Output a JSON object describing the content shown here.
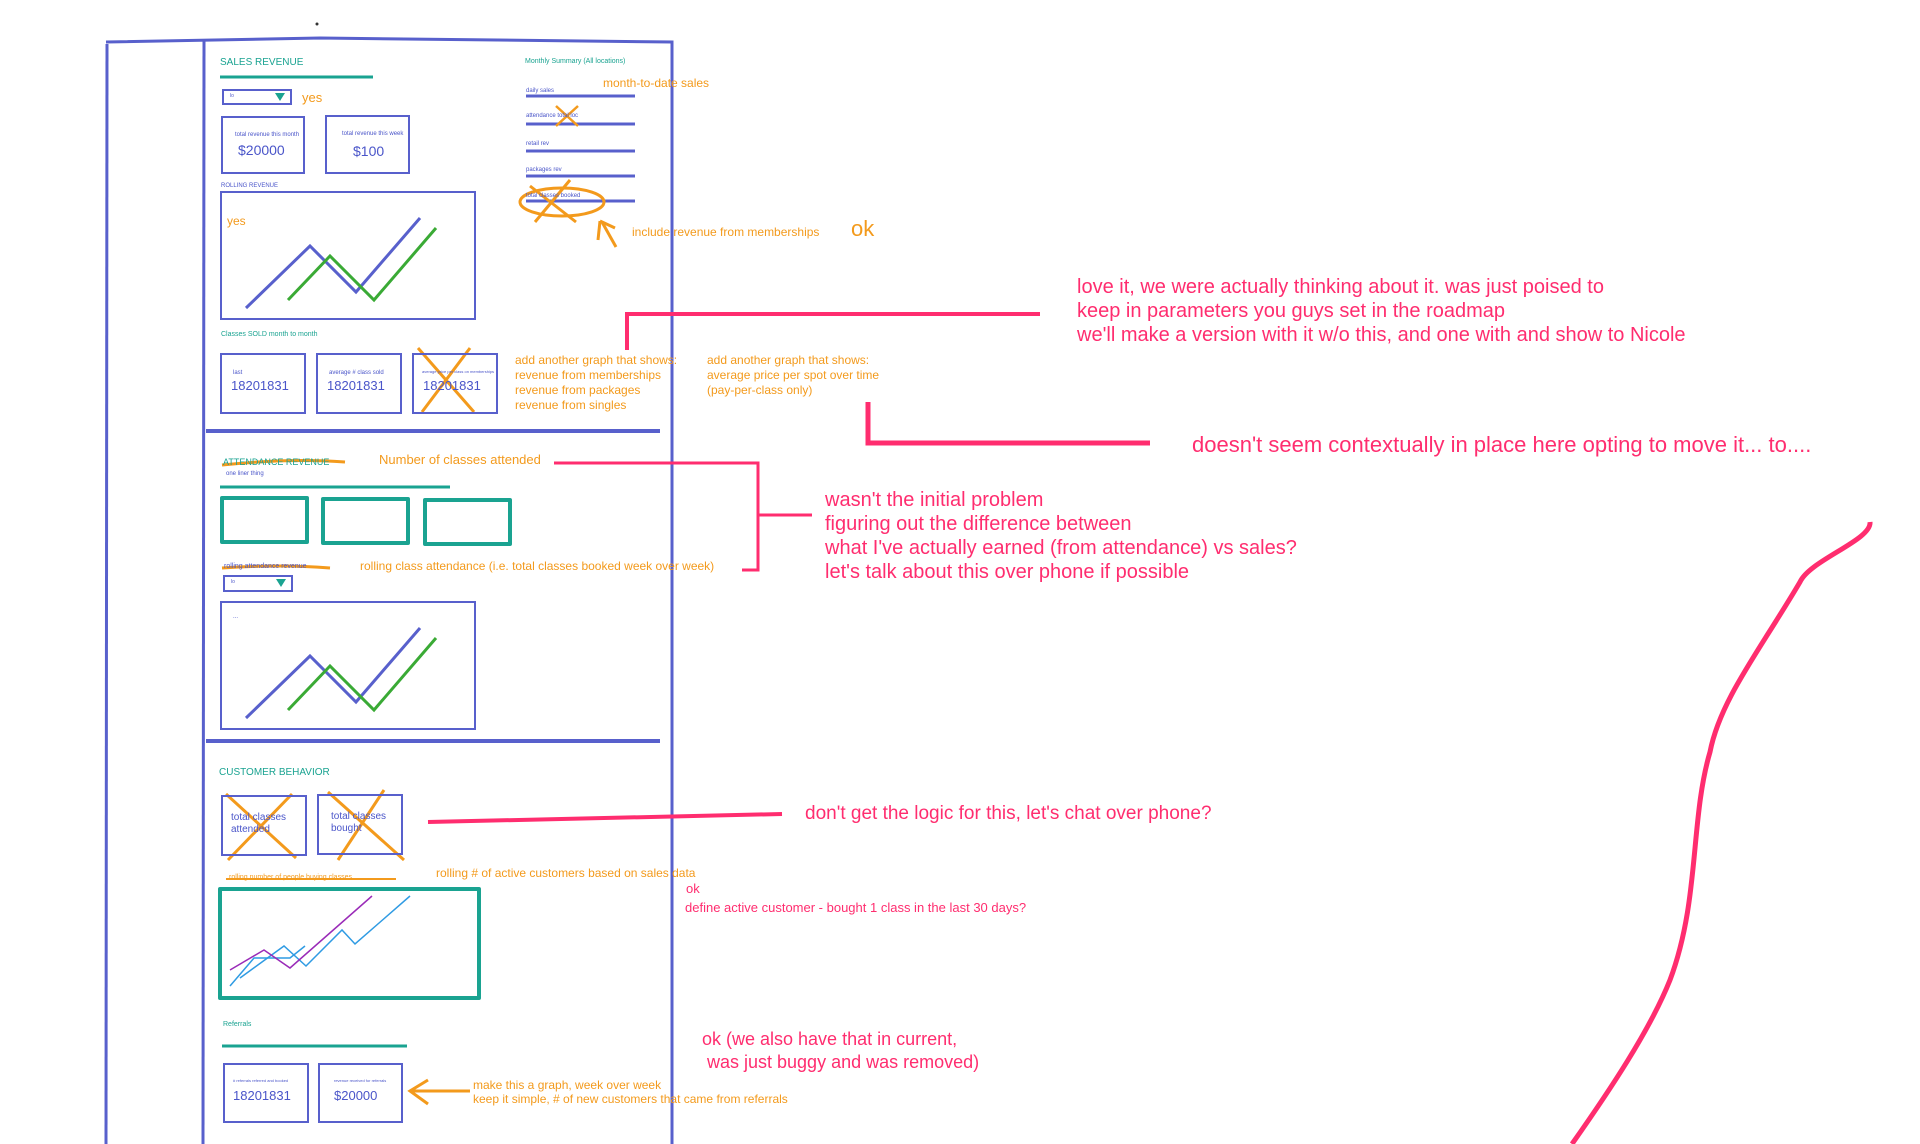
{
  "sales": {
    "title": "SALES REVENUE",
    "dropdown_value": "lo",
    "note_yes": "yes",
    "card1": {
      "label": "total revenue this month",
      "value": "$20000"
    },
    "card2": {
      "label": "total revenue this week",
      "value": "$100"
    },
    "rolling_title": "ROLLING REVENUE",
    "chart_note": "yes",
    "classes_title": "Classes SOLD month to month",
    "box1": {
      "label": "last",
      "value": "18201831"
    },
    "box2": {
      "label": "average # class sold",
      "value": "18201831"
    },
    "box3": {
      "label": "average price per class on memberships",
      "value": "18201831"
    },
    "note_graph1": "add another graph that shows:\nrevenue from memberships\nrevenue from packages\nrevenue from singles",
    "note_graph2": "add another graph that shows:\naverage price per spot over time\n(pay-per-class only)"
  },
  "summary": {
    "title": "Monthly Summary (All locations)",
    "note_mtd": "month-to-date sales",
    "items": [
      "daily sales",
      "attendance total loc",
      "retail rev",
      "packages rev",
      "total classes booked"
    ],
    "note_include": "include revenue from memberships",
    "note_ok": "ok"
  },
  "attendance": {
    "title": "ATTENDANCE REVENUE",
    "subtitle": "one liner thing",
    "note_number": "Number of classes attended",
    "crossed_label": "rolling attendance revenue",
    "note_rolling": "rolling class attendance (i.e. total classes booked week over week)",
    "dropdown_value": "lo",
    "chart_label": "..."
  },
  "customer": {
    "title": "CUSTOMER BEHAVIOR",
    "box1": "total classes\nattended",
    "box2": "total classes\nbought",
    "crossed_label": "rolling number of people buying classes",
    "note_rolling": "rolling # of active customers based on sales data",
    "reply_ok": "ok",
    "reply_define": "define active customer - bought 1 class in the last 30 days?"
  },
  "referrals": {
    "title": "Referrals",
    "box1": {
      "label": "# referrals referred and booked",
      "value": "18201831"
    },
    "box2": {
      "label": "revenue received for referrals",
      "value": "$20000"
    },
    "note": "make this a graph, week over week\nkeep it simple, # of new customers that came from referrals",
    "reply": "ok (we also have that in current,\n was just buggy and was removed)"
  },
  "comments": {
    "love": "love it, we were actually thinking about it. was just poised to\nkeep in parameters you guys set in the roadmap\nwe'll make a version with it w/o this, and one with and show to Nicole",
    "context": "doesn't seem contextually in place here opting to move it... to....",
    "problem": "wasn't the initial problem\nfiguring out the difference between\nwhat I've actually earned (from attendance) vs sales?\nlet's talk about this over phone if possible",
    "logic": "don't get the logic for this, let's chat over phone?"
  },
  "colors": {
    "frame_blue": "#5860cc",
    "teal": "#1aa391",
    "green": "#3aaa35",
    "orange": "#f39a1c",
    "red": "#ff2d6f",
    "purple": "#9a2bb8",
    "light_blue": "#2f9be3"
  }
}
